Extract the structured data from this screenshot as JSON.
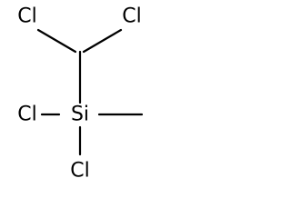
{
  "molecule": {
    "atoms": {
      "cl_top_left": "Cl",
      "cl_top_right": "Cl",
      "cl_left": "Cl",
      "si": "Si",
      "cl_bottom": "Cl"
    },
    "bond_color": "#000000",
    "text_color": "#000000",
    "background": "#ffffff"
  }
}
